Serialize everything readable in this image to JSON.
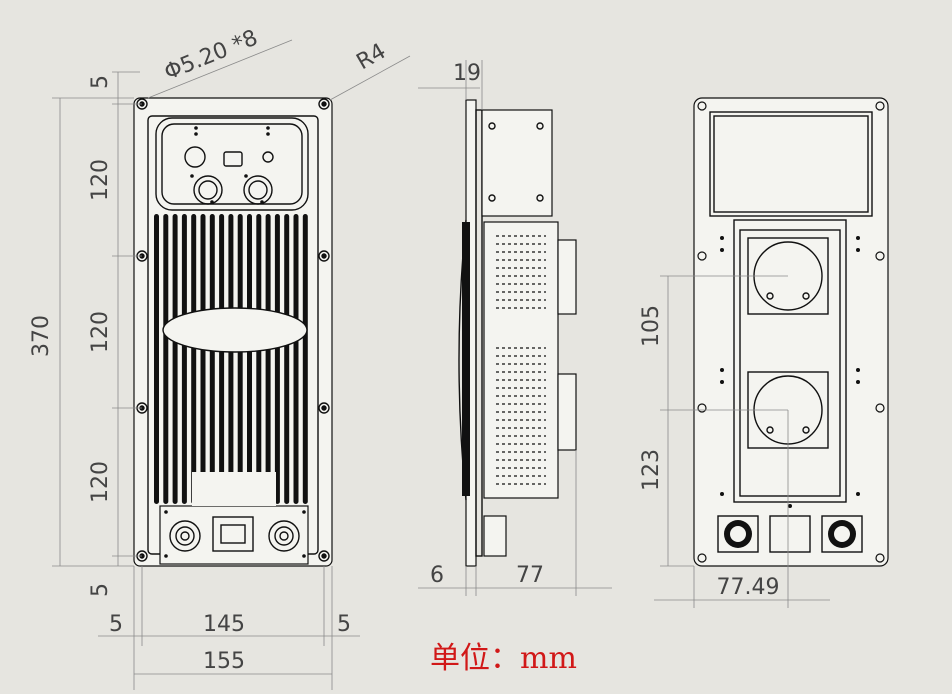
{
  "drawing": {
    "background": "#e6e5e0",
    "unit_label": "单位：mm",
    "unit_color": "#d11818",
    "front_view": {
      "hole_callout": "Φ5.20 *8",
      "radius_callout": "R4",
      "dim_top_margin": "5",
      "dim_bottom_margin": "5",
      "dim_total_height": "370",
      "dim_pitch_1": "120",
      "dim_pitch_2": "120",
      "dim_pitch_3": "120",
      "dim_left_margin": "5",
      "dim_right_margin": "5",
      "dim_hole_span": "145",
      "dim_total_width": "155"
    },
    "side_view": {
      "dim_flange": "19",
      "dim_plate": "6",
      "dim_depth": "77"
    },
    "back_view": {
      "dim_fan_pitch": "105",
      "dim_fan_offset": "123",
      "dim_fan_center_x": "77.49"
    }
  }
}
